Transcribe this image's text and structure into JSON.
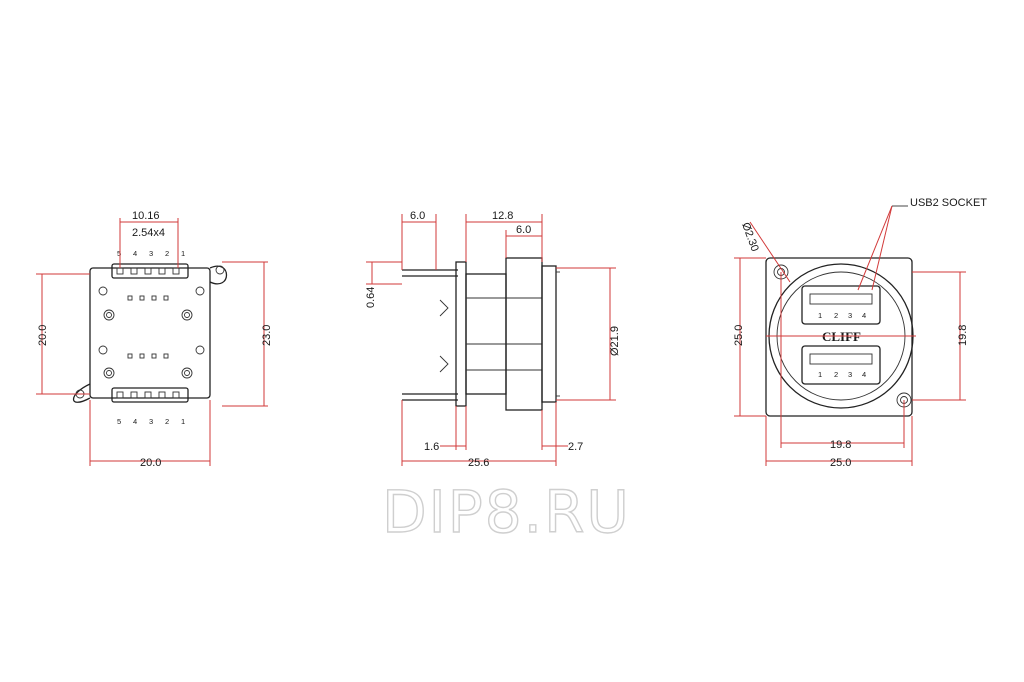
{
  "colors": {
    "dimension": "#d23a3a",
    "outline": "#222222",
    "watermark": "#cfcfcf"
  },
  "front_view": {
    "pitch_dim": "10.16",
    "pitch_spacing": "2.54x4",
    "height_inner": "20.0",
    "height_outer": "23.0",
    "width": "20.0",
    "pin_numbers_top": [
      "5",
      "4",
      "3",
      "2",
      "1"
    ],
    "pin_numbers_bottom": [
      "5",
      "4",
      "3",
      "2",
      "1"
    ]
  },
  "side_view": {
    "pin_length": "6.0",
    "body_depth": "12.8",
    "flange_depth": "6.0",
    "pin_dia": "0.64",
    "diameter": "Ø21.9",
    "panel_thk": "1.6",
    "front_thk": "2.7",
    "total_depth": "25.6"
  },
  "rear_view": {
    "hole_dia": "Ø2.30",
    "socket_label": "USB2 SOCKET",
    "height": "25.0",
    "hole_spacing_v": "19.8",
    "hole_spacing_h": "19.8",
    "width": "25.0",
    "brand": "CLIFF",
    "port_pins": [
      "1",
      "2",
      "3",
      "4"
    ]
  },
  "watermark": "DIP8.RU"
}
